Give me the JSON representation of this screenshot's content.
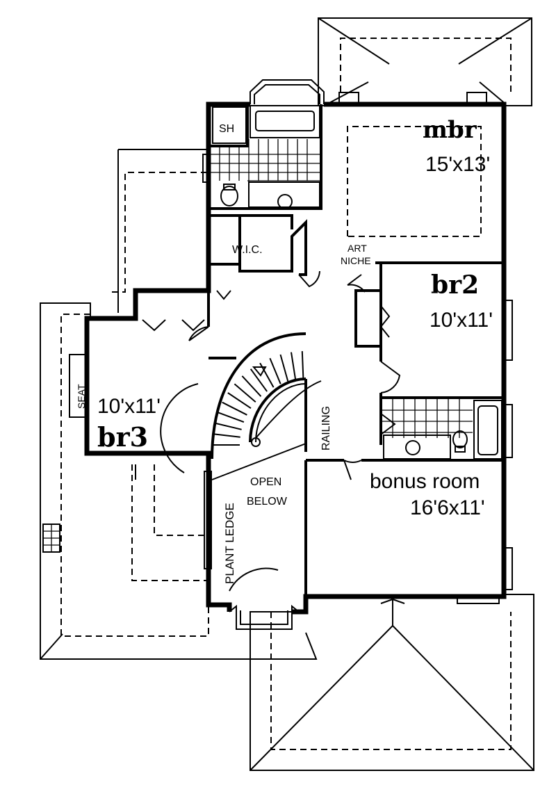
{
  "rooms": {
    "mbr": {
      "name": "mbr",
      "size": "15'x13'"
    },
    "br2": {
      "name": "br2",
      "size": "10'x11'"
    },
    "br3": {
      "name": "br3",
      "size": "10'x11'"
    },
    "bonus": {
      "name": "bonus room",
      "size": "16'6x11'"
    }
  },
  "labels": {
    "sh": "SH",
    "wic": "W.I.C.",
    "art": "ART",
    "niche": "NICHE",
    "railing": "RAILING",
    "open": "OPEN",
    "below": "BELOW",
    "plant_ledge": "PLANT LEDGE",
    "seat": "SEAT"
  }
}
